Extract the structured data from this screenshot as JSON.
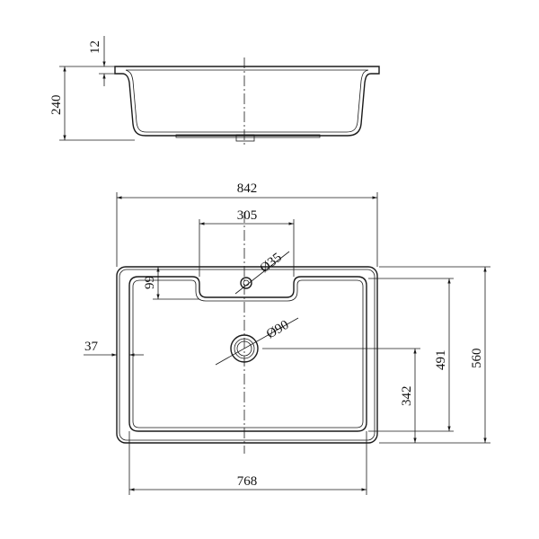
{
  "side_view": {
    "dimensions": {
      "rim_thickness": "12",
      "depth": "240"
    }
  },
  "plan_view": {
    "dimensions": {
      "overall_width": "842",
      "notch_width": "305",
      "tap_hole_diameter": "Ø35",
      "notch_depth": "99",
      "drain_diameter": "Ø90",
      "side_offset": "37",
      "inner_depth": "491",
      "overall_depth": "560",
      "drain_offset": "342",
      "inner_width": "768"
    }
  }
}
